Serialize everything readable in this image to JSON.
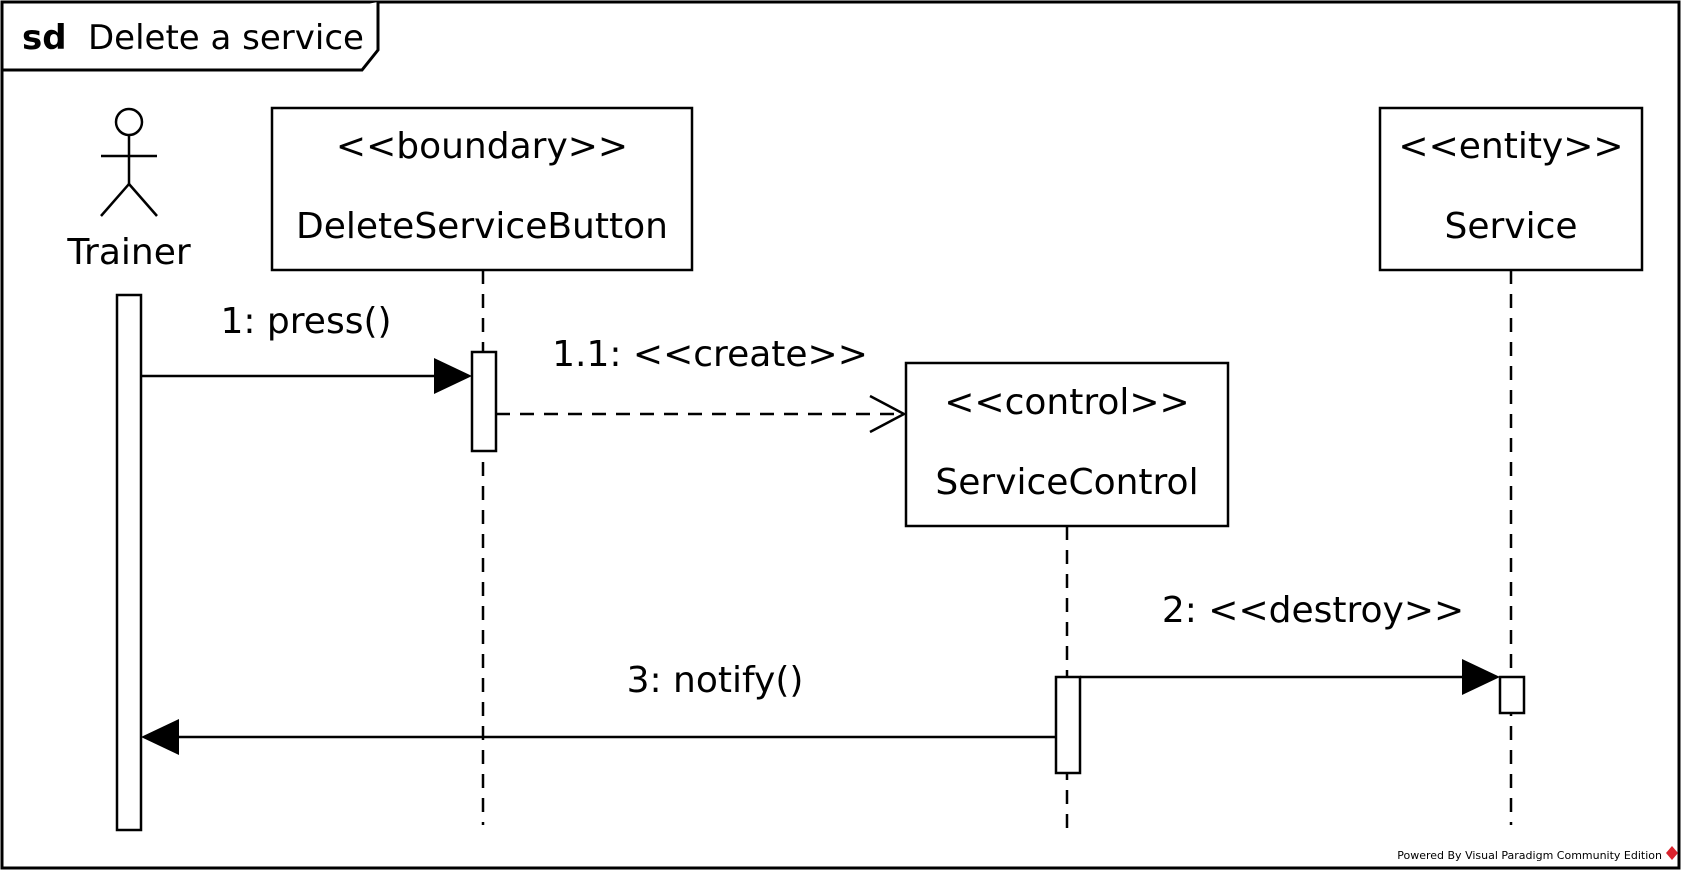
{
  "frame": {
    "keyword": "sd",
    "name": "Delete a service"
  },
  "participants": {
    "trainer": {
      "name": "Trainer"
    },
    "button": {
      "stereotype": "<<boundary>>",
      "name": "DeleteServiceButton"
    },
    "control": {
      "stereotype": "<<control>>",
      "name": "ServiceControl"
    },
    "service": {
      "stereotype": "<<entity>>",
      "name": "Service"
    }
  },
  "messages": {
    "m1": "1: press()",
    "m11": "1.1: <<create>>",
    "m2": "2: <<destroy>>",
    "m3": "3: notify()"
  },
  "watermark": "Powered By Visual Paradigm Community Edition"
}
